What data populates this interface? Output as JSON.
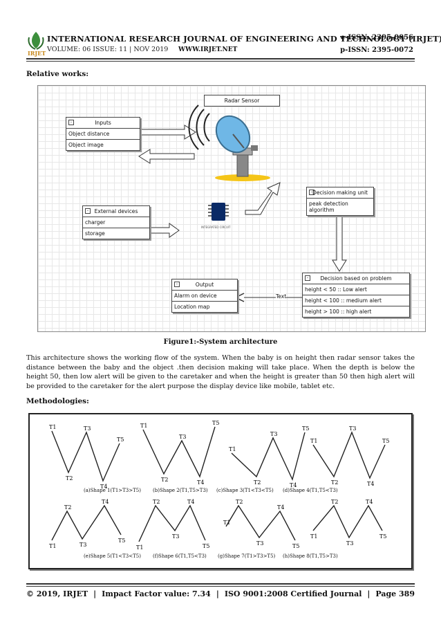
{
  "header": {
    "title": "INTERNATIONAL RESEARCH JOURNAL OF ENGINEERING AND TECHNOLOGY (IRJET)",
    "eissn": "e-ISSN: 2395-0056",
    "pissn": "p-ISSN: 2395-0072",
    "volume": "VOLUME: 06 ISSUE: 11 | NOV 2019",
    "url": "WWW.IRJET.NET",
    "logo_text": "IRJET"
  },
  "sections": {
    "relative": "Relative works:",
    "methodologies": "Methodologies:"
  },
  "figure1": {
    "caption": "Figure1:-System architecture",
    "radar_sensor": "Radar Sensor",
    "inputs": {
      "title": "Inputs",
      "rows": [
        "Object distance",
        "Object image"
      ]
    },
    "external": {
      "title": "External devices",
      "rows": [
        "charger",
        "storage"
      ]
    },
    "decision_unit": {
      "title": "Decision making unit",
      "rows": [
        "peak detection algorithm"
      ]
    },
    "decision_problem": {
      "title": "Decision based on problem",
      "rows": [
        "height < 50 :: Low alert",
        "height < 100 :: medium alert",
        "height > 100 :: high alert"
      ]
    },
    "output": {
      "title": "Output",
      "rows": [
        "Alarm on device",
        "Location map"
      ]
    },
    "text_label": "Text",
    "chip_label": "INTEGRATED CIRCUIT"
  },
  "paragraph": "This architecture shows the working flow of the system. When the baby is on height then radar sensor takes the distance between the baby and the object .then decision making will take place. When the depth is below the height 50, then low alert will be given to the caretaker and when the height is greater than 50 then high alert will be provided to the caretaker for the alert purpose the display device like mobile, tablet etc.",
  "figure2": {
    "captions_row1": [
      "(a)Shape 1(T1>T3>T5)",
      "(b)Shape 2(T1,T5>T3)",
      "(c)Shape 3(T1<T3<T5)",
      "(d)Shape 4(T1,T5<T3)"
    ],
    "captions_row2": [
      "(e)Shape 5(T1<T3<T5)",
      "(f)Shape 6(T1,T5<T3)",
      "(g)Shape 7(T1>T3>T5)",
      "(h)Shape 8(T1,T5>T3)"
    ],
    "labels": [
      "T1",
      "T2",
      "T3",
      "T4",
      "T5"
    ]
  },
  "footer": {
    "copyright": "© 2019, IRJET",
    "impact": "Impact Factor value: 7.34",
    "iso": "ISO 9001:2008 Certified Journal",
    "page": "Page 389",
    "sep": "|"
  },
  "colors": {
    "dish": "#6fb7e6",
    "base_yellow": "#f5c518",
    "chip": "#0a2a66"
  }
}
